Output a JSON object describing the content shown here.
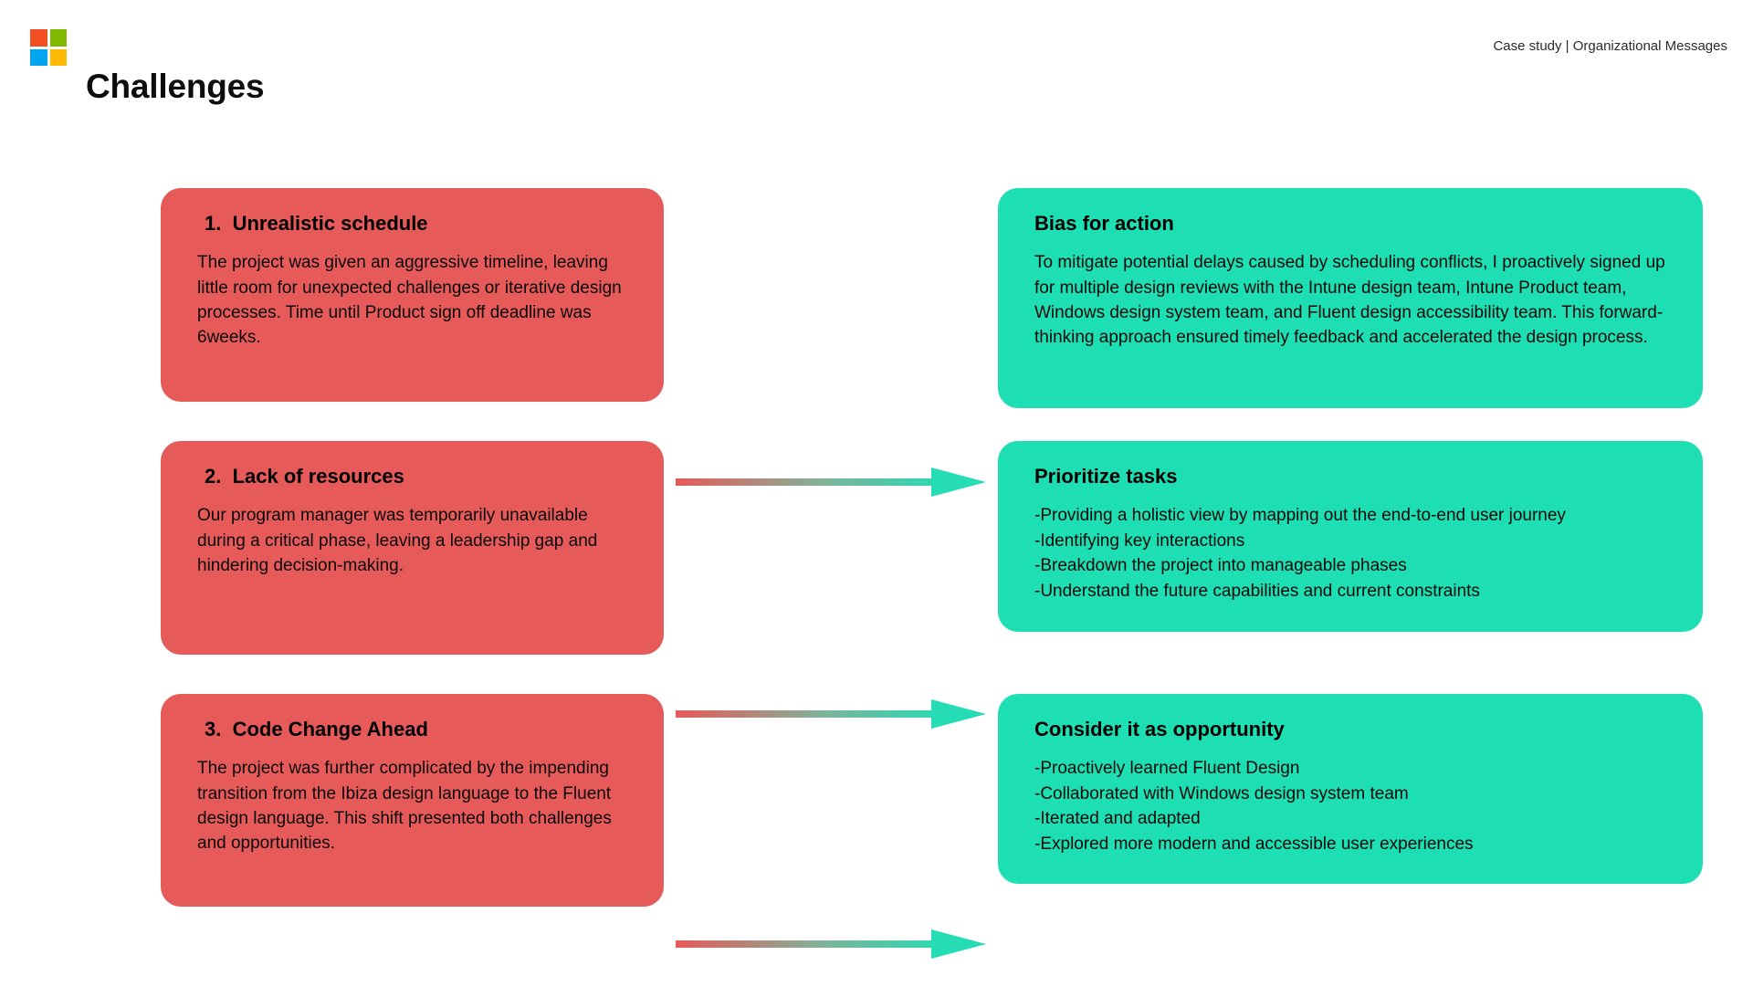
{
  "header": {
    "logo_name": "microsoft-logo",
    "logo_colors": [
      "#F25022",
      "#7FBA00",
      "#00A4EF",
      "#FFB900"
    ],
    "title": "Challenges",
    "kicker": "Case study | Organizational Messages"
  },
  "theme": {
    "background": "#FFFFFF",
    "problem_color": "#E65A5A",
    "solution_color": "#1DDFB3",
    "arrow_gradient_start": "#E65A5A",
    "arrow_gradient_end": "#1DDFB3",
    "text_color": "#000000"
  },
  "rows": [
    {
      "problem": {
        "title": "1.  Unrealistic schedule",
        "body": "The project was given an aggressive timeline, leaving little room for unexpected challenges or iterative design processes. Time until Product sign off deadline was 6weeks."
      },
      "arrow": {
        "name": "arrow-right-1",
        "direction": "right"
      },
      "solution": {
        "title": "Bias for action",
        "body": "To mitigate potential delays caused by scheduling conflicts, I proactively signed up for multiple design reviews with the Intune design team, Intune Product team, Windows design system team, and Fluent design accessibility team. This forward-thinking approach ensured timely feedback and accelerated the design process."
      }
    },
    {
      "problem": {
        "title": "2.  Lack of resources",
        "body": "Our program manager was temporarily unavailable during a critical phase, leaving a leadership gap and hindering decision-making."
      },
      "arrow": {
        "name": "arrow-right-2",
        "direction": "right"
      },
      "solution": {
        "title": "Prioritize tasks",
        "bullets": [
          "-Providing a holistic view by mapping out the end-to-end user journey",
          "-Identifying key interactions",
          "-Breakdown the project into manageable phases",
          "-Understand the future capabilities and current constraints"
        ]
      }
    },
    {
      "problem": {
        "title": "3.  Code Change Ahead",
        "body": "The project was further complicated by the impending transition from the Ibiza design language to the Fluent design language. This shift presented both challenges and opportunities."
      },
      "arrow": {
        "name": "arrow-right-3",
        "direction": "right"
      },
      "solution": {
        "title": "Consider it as opportunity",
        "bullets": [
          "-Proactively learned Fluent Design",
          "-Collaborated with Windows design system team",
          "-Iterated and adapted",
          "-Explored more modern and accessible user experiences"
        ]
      }
    }
  ]
}
